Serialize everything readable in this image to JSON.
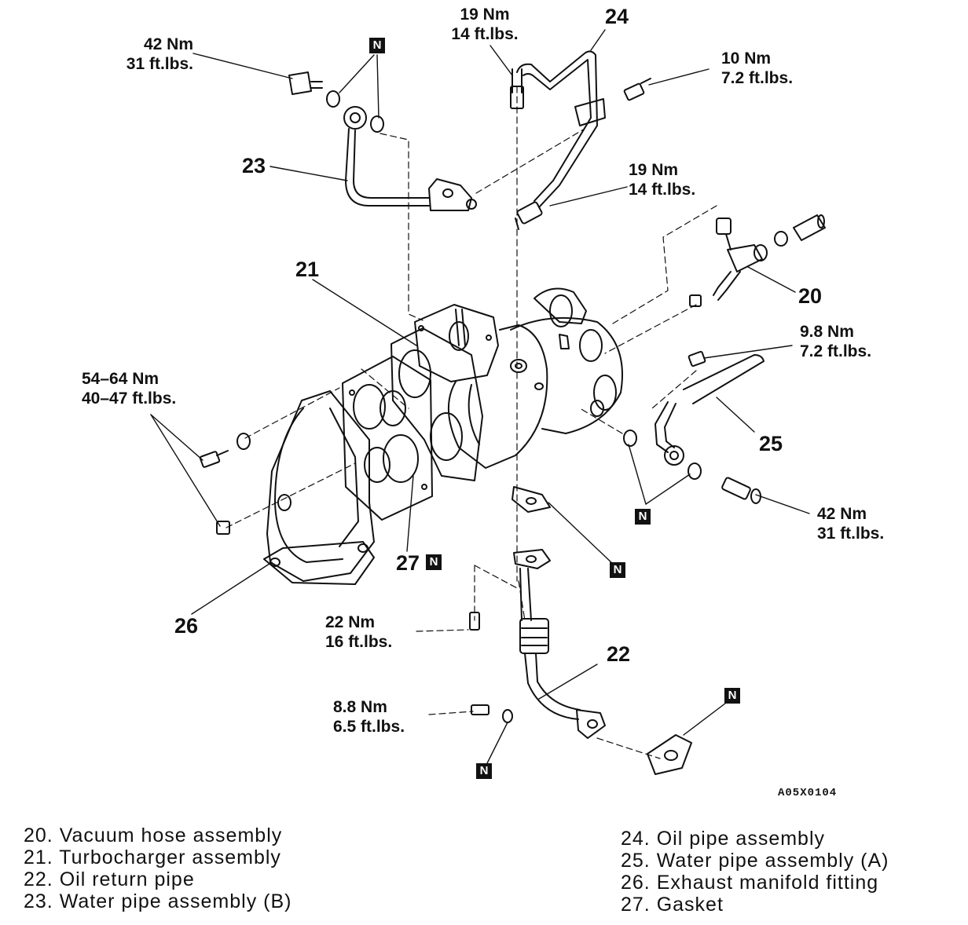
{
  "torque_labels": {
    "t42_top": {
      "nm": "42 Nm",
      "ftlbs": "31 ft.lbs."
    },
    "t19_top": {
      "nm": "19 Nm",
      "ftlbs": "14 ft.lbs."
    },
    "t10": {
      "nm": "10 Nm",
      "ftlbs": "7.2 ft.lbs."
    },
    "t19_mid": {
      "nm": "19 Nm",
      "ftlbs": "14 ft.lbs."
    },
    "t98": {
      "nm": "9.8 Nm",
      "ftlbs": "7.2 ft.lbs."
    },
    "t54": {
      "nm": "54–64 Nm",
      "ftlbs": "40–47 ft.lbs."
    },
    "t42_right": {
      "nm": "42 Nm",
      "ftlbs": "31 ft.lbs."
    },
    "t22": {
      "nm": "22 Nm",
      "ftlbs": "16 ft.lbs."
    },
    "t88": {
      "nm": "8.8 Nm",
      "ftlbs": "6.5 ft.lbs."
    }
  },
  "callouts": {
    "c20": "20",
    "c21": "21",
    "c22": "22",
    "c23": "23",
    "c24": "24",
    "c25": "25",
    "c26": "26",
    "c27": "27"
  },
  "new_part_badge": "N",
  "figure_code": "A05X0104",
  "legend": {
    "left": [
      "20. Vacuum hose assembly",
      "21. Turbocharger assembly",
      "22. Oil return pipe",
      "23. Water pipe assembly (B)"
    ],
    "right": [
      "24. Oil pipe assembly",
      "25. Water pipe assembly (A)",
      "26. Exhaust manifold fitting",
      "27. Gasket"
    ]
  },
  "colors": {
    "ink": "#111111",
    "paper": "#ffffff"
  }
}
